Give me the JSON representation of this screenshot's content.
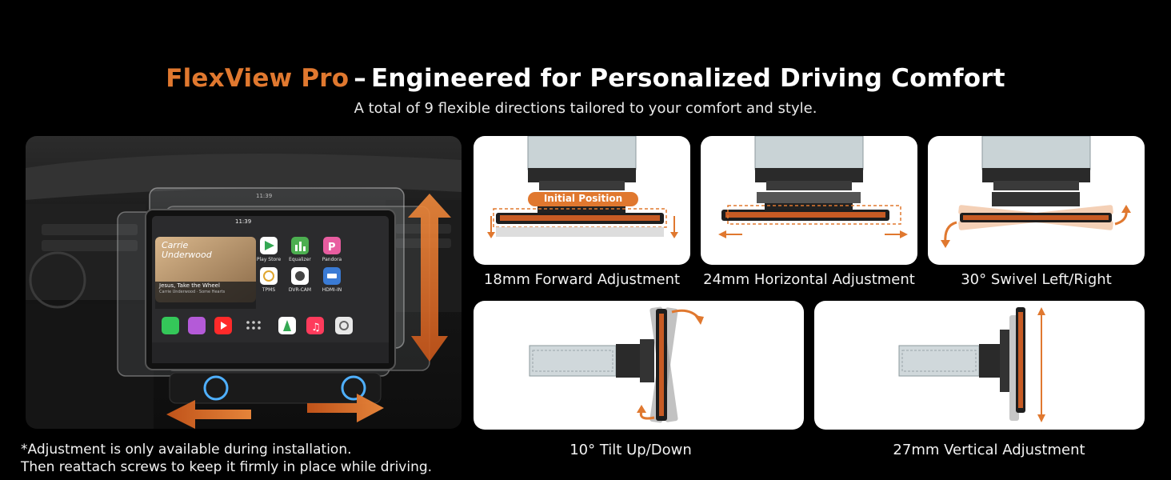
{
  "header": {
    "brand": "FlexView Pro",
    "dash": "–",
    "title": "Engineered for Personalized Driving Comfort",
    "subtitle": "A total of 9 flexible directions tailored to your comfort and style."
  },
  "colors": {
    "accent": "#e0782f",
    "background": "#000000",
    "card": "#ffffff"
  },
  "hero": {
    "status_time_back": "11:39",
    "status_time_front": "11:39",
    "now_playing_title": "Jesus, Take the Wheel",
    "now_playing_artist": "Carrie Underwood · Some Hearts",
    "album_text": "Carrie Underwood",
    "apps": [
      "Play Store",
      "Equalizer",
      "Pandora",
      "TPMS",
      "DVR-CAM",
      "HDMI-IN"
    ]
  },
  "note": {
    "line1": "*Adjustment is only available during installation.",
    "line2": "Then reattach screws to keep it firmly in place while driving."
  },
  "adjustments": [
    {
      "caption": "18mm Forward Adjustment",
      "badge": "Initial Position"
    },
    {
      "caption": "24mm Horizontal Adjustment"
    },
    {
      "caption": "30° Swivel Left/Right"
    },
    {
      "caption": "10° Tilt Up/Down"
    },
    {
      "caption": "27mm Vertical Adjustment"
    }
  ]
}
